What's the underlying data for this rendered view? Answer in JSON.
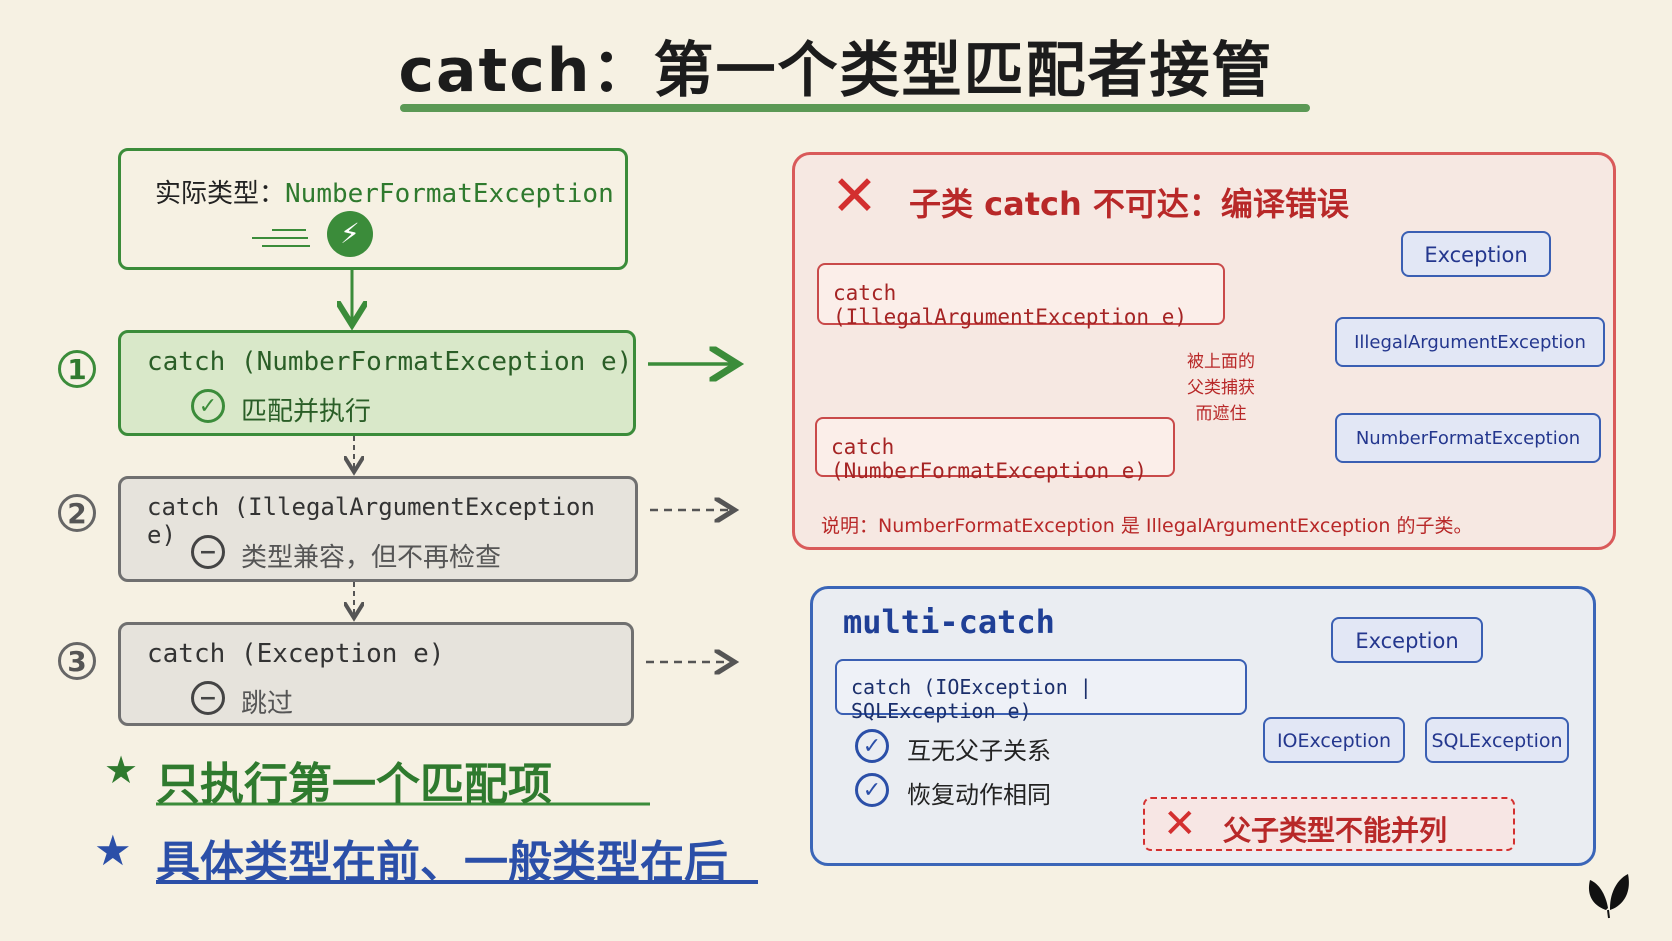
{
  "title": "catch：第一个类型匹配者接管",
  "left": {
    "actual_label": "实际类型：",
    "actual_type": "NumberFormatException",
    "steps": [
      {
        "num": "1",
        "code": "catch (NumberFormatException e)",
        "status": "匹配并执行",
        "status_icon": "check-circle"
      },
      {
        "num": "2",
        "code": "catch (IllegalArgumentException e)",
        "status": "类型兼容，但不再检查",
        "status_icon": "minus-circle"
      },
      {
        "num": "3",
        "code": "catch (Exception e)",
        "status": "跳过",
        "status_icon": "minus-circle"
      }
    ],
    "notes": [
      "只执行第一个匹配项",
      "具体类型在前、一般类型在后"
    ]
  },
  "red_panel": {
    "heading": "子类 catch 不可达：编译错误",
    "catch_top": "catch (IllegalArgumentException e)",
    "catch_bottom": "catch (NumberFormatException e)",
    "shadow_note": [
      "被上面的",
      "父类捕获",
      "而遮住"
    ],
    "hierarchy": [
      "Exception",
      "IllegalArgumentException",
      "NumberFormatException"
    ],
    "explanation": "说明：NumberFormatException 是 IllegalArgumentException 的子类。"
  },
  "blue_panel": {
    "heading": "multi-catch",
    "code": "catch (IOException | SQLException e)",
    "checks": [
      "互无父子关系",
      "恢复动作相同"
    ],
    "tree_root": "Exception",
    "tree_children": [
      "IOException",
      "SQLException"
    ],
    "warning": "父子类型不能并列"
  },
  "colors": {
    "green": "#3b8c3a",
    "red": "#d95a5a",
    "blue": "#3b66b8",
    "gray": "#707070",
    "background": "#f6f1e3"
  }
}
